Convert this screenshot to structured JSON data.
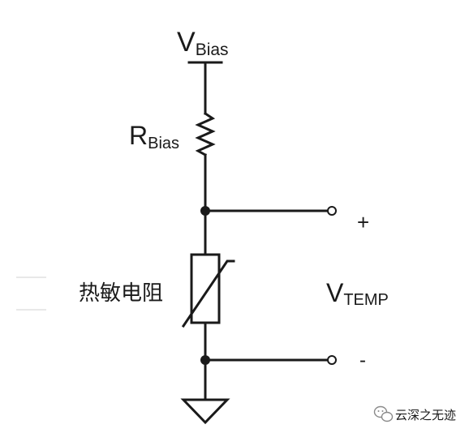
{
  "labels": {
    "vbias_main": "V",
    "vbias_sub": "Bias",
    "rbias_main": "R",
    "rbias_sub": "Bias",
    "thermistor": "热敏电阻",
    "vtemp_main": "V",
    "vtemp_sub": "TEMP",
    "plus": "+",
    "minus": "-"
  },
  "watermark": {
    "text": "云深之无迹",
    "icon": "wechat-logo-icon"
  },
  "colors": {
    "line": "#1a1a1a",
    "background": "#ffffff"
  }
}
